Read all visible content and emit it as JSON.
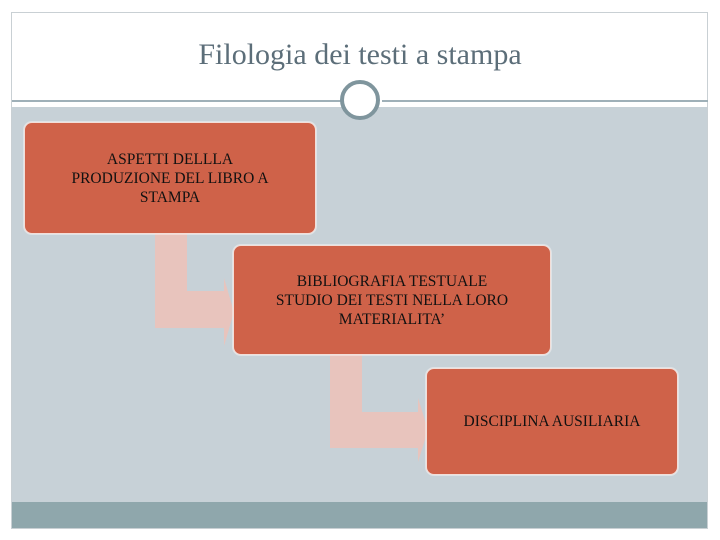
{
  "slide": {
    "title": "Filologia dei testi a stampa"
  },
  "diagram": {
    "steps": [
      {
        "label": "ASPETTI DELLLA\nPRODUZIONE DEL LIBRO A\nSTAMPA"
      },
      {
        "label": "BIBLIOGRAFIA TESTUALE\nSTUDIO DEI TESTI NELLA LORO\nMATERIALITA’"
      },
      {
        "label": "DISCIPLINA AUSILIARIA"
      }
    ]
  },
  "colors": {
    "box_fill": "#cf6249",
    "arrow_fill": "#e8c4bd",
    "content_bg": "#c7d1d7",
    "footer_bg": "#8fa7ac",
    "title_color": "#5c6e79"
  }
}
